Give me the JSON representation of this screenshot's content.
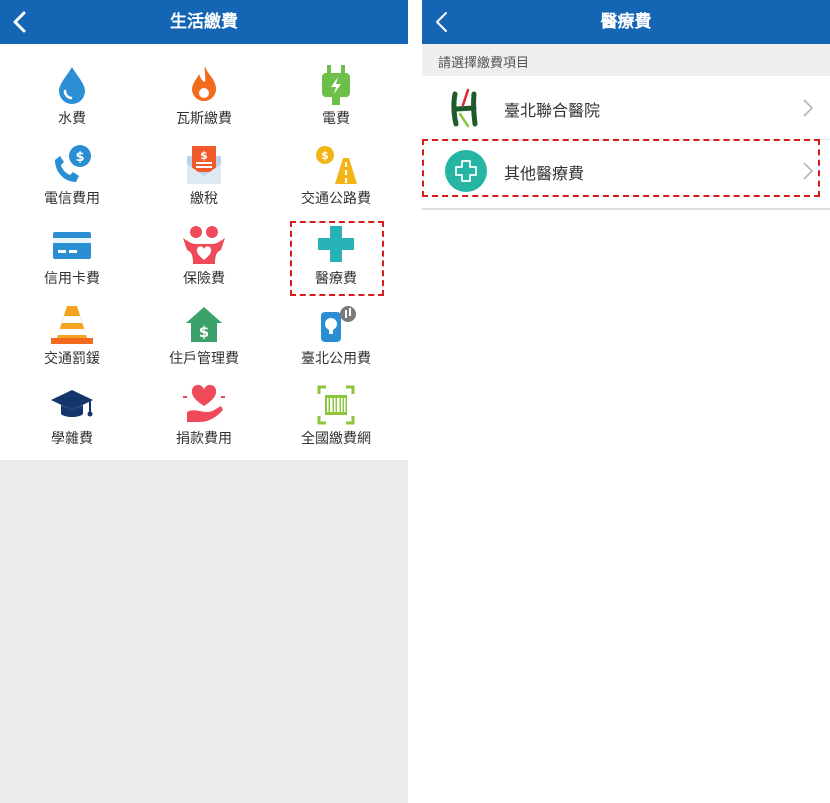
{
  "left_screen": {
    "title": "生活繳費",
    "items": [
      {
        "label": "水費",
        "icon": "water-drop-icon"
      },
      {
        "label": "瓦斯繳費",
        "icon": "gas-flame-icon"
      },
      {
        "label": "電費",
        "icon": "electric-plug-icon"
      },
      {
        "label": "電信費用",
        "icon": "phone-dollar-icon"
      },
      {
        "label": "繳稅",
        "icon": "tax-envelope-icon"
      },
      {
        "label": "交通公路費",
        "icon": "road-toll-icon"
      },
      {
        "label": "信用卡費",
        "icon": "credit-card-icon"
      },
      {
        "label": "保險費",
        "icon": "insurance-icon"
      },
      {
        "label": "醫療費",
        "icon": "medical-cross-icon"
      },
      {
        "label": "交通罰鍰",
        "icon": "traffic-cone-icon"
      },
      {
        "label": "住戶管理費",
        "icon": "house-dollar-icon"
      },
      {
        "label": "臺北公用費",
        "icon": "taipei-utility-icon"
      },
      {
        "label": "學雜費",
        "icon": "graduation-cap-icon"
      },
      {
        "label": "捐款費用",
        "icon": "donation-heart-icon"
      },
      {
        "label": "全國繳費網",
        "icon": "barcode-scan-icon"
      }
    ]
  },
  "right_screen": {
    "title": "醫療費",
    "subheader": "請選擇繳費項目",
    "items": [
      {
        "label": "臺北聯合醫院",
        "icon": "taipei-hospital-logo-icon"
      },
      {
        "label": "其他醫療費",
        "icon": "medical-plus-icon"
      }
    ]
  },
  "colors": {
    "header": "#1565b5",
    "highlight": "#d81b1b",
    "medical_teal": "#26b5b5"
  }
}
